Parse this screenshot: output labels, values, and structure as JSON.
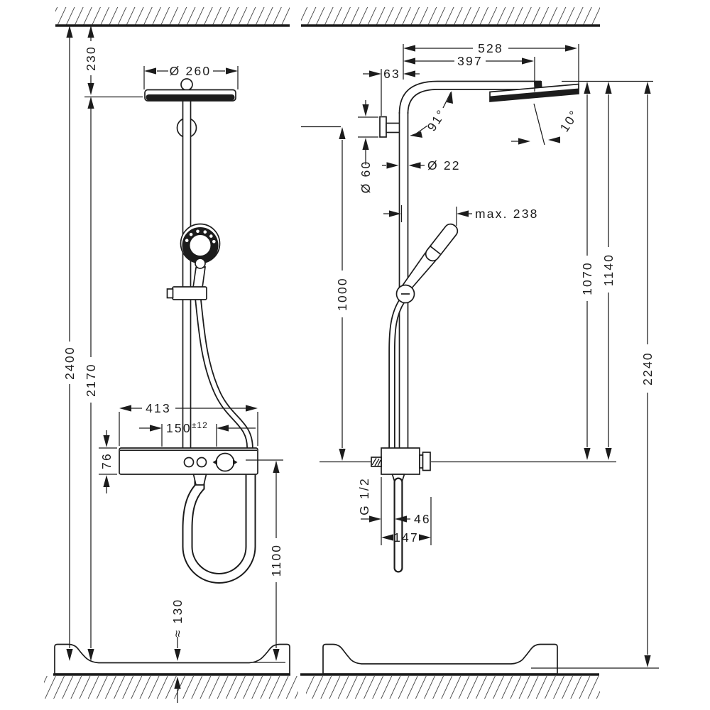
{
  "drawing": {
    "type": "shower-system installation dimension drawing",
    "colors": {
      "line": "#1c1c1c",
      "background": "#ffffff"
    },
    "front_view": {
      "ceiling_to_head": "230",
      "head_diameter": "Ø 260",
      "total_height": "2400",
      "head_top_height": "2170",
      "bar_width": "413",
      "connection_spacing": "150",
      "connection_tolerance": "±12",
      "bar_depth": "76",
      "bar_to_tray": "1100",
      "tray_height": "≈ 130"
    },
    "side_view": {
      "overall_reach": "528",
      "arm_projection": "397",
      "wall_to_pipe": "63",
      "arm_angle": "91°",
      "head_tilt": "10°",
      "escutcheon_diameter": "Ø 60",
      "pipe_diameter": "Ø 22",
      "handshower_reach": "max. 238",
      "bracket_to_valve": "1000",
      "head_to_valve_a": "1070",
      "head_to_valve_b": "1140",
      "head_to_tray": "2240",
      "connection_thread": "G 1/2",
      "hose_offset": "46",
      "valve_depth": "147"
    }
  }
}
